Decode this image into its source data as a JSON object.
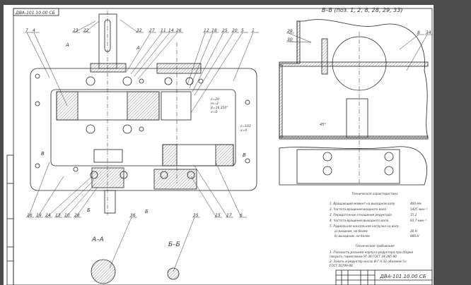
{
  "colors": {
    "background": "#4d4d4d",
    "paper": "#ffffff",
    "lines": "#222222",
    "hatch": "#555555"
  },
  "document_number": "ДВА-101.10.00 СБ",
  "top_stamp": "ДВА-101.10.00 СБ",
  "views": {
    "section_bb": "В–В (поз. 1, 2, 8, 28, 29, 33)",
    "section_aa": "А–А",
    "section_b6": "Б–Б",
    "cut_marks": [
      "А",
      "А",
      "В",
      "В",
      "Б",
      "Б"
    ]
  },
  "part_labels": [
    "7",
    "4",
    "23",
    "22",
    "32",
    "27",
    "11",
    "14",
    "26",
    "12",
    "18",
    "25",
    "20",
    "5",
    "1",
    "16",
    "19",
    "24",
    "13",
    "10",
    "28",
    "15",
    "17",
    "6",
    "36",
    "35",
    "29",
    "30",
    "8",
    "34"
  ],
  "gear_params": {
    "pinion": [
      "z=29",
      "m=2",
      "β=16,250°",
      "x=0"
    ],
    "wheel": [
      "z=103",
      "x=0"
    ]
  },
  "angle_note": "45°",
  "tech_characteristics": {
    "title": "Техническая характеристика",
    "items": [
      {
        "label": "1. Вращающий момент на выходном валу",
        "value": "400 Нм"
      },
      {
        "label": "2. Частота вращения входного вала",
        "value": "1425 мин⁻¹"
      },
      {
        "label": "3. Передаточное отношение редуктора",
        "value": "15,2"
      },
      {
        "label": "4. Частота вращения выходного вала",
        "value": "93,7 мин⁻¹"
      },
      {
        "label": "5. Радиальная консольная нагрузка на валу",
        "value": ""
      },
      {
        "label": "а) входном, не более",
        "value": "20 Н"
      },
      {
        "label": "б) выходном, не более",
        "value": "886 Н"
      }
    ]
  },
  "tech_requirements": {
    "title": "Технические требования",
    "lines": [
      "1. Плоскость разъема корпуса редуктора при сборке",
      "покрыть герметиком УГ-34 ГОСТ 24.285-80",
      "2. Залить в редуктор масло И-Г-А-32 объемом 5л",
      "ГОСТ 20799-88"
    ]
  }
}
